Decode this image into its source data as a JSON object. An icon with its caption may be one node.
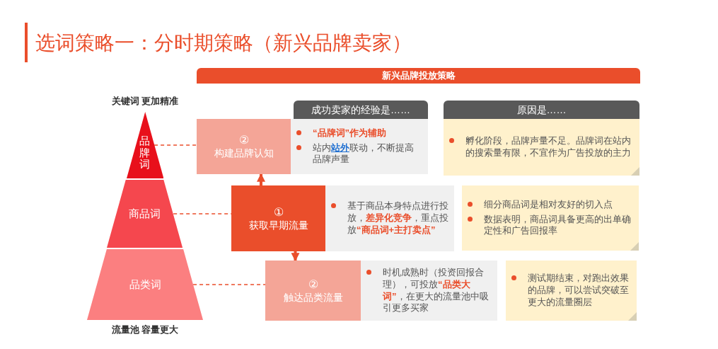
{
  "diagram": {
    "title": "选词策略一：分时期策略（新兴品牌卖家）",
    "nodes": [
      {
        "text": [
          "品牌词"
        ]
      },
      {
        "text": [
          "商品词"
        ]
      },
      {
        "text": [
          "品类词"
        ]
      },
      {
        "text": [
          "②",
          "构建品牌认知"
        ]
      },
      {
        "text": [
          "①",
          "获取早期流量"
        ]
      },
      {
        "text": [
          "②",
          "触达品类流量"
        ]
      },
      {
        "text": [
          "新兴品牌投放策略"
        ]
      },
      {
        "text": [
          "成功卖家的经验是……"
        ]
      },
      {
        "text": [
          "原因是……"
        ]
      },
      {
        "text": [
          "“品牌词”作为辅助",
          "站内**站外**联动，不断提高品牌声量"
        ]
      },
      {
        "text": [
          "基于商品本身特点进行投放，**差异化竞争**，重点投放**“商品词+主打卖点”**"
        ]
      },
      {
        "text": [
          "时机成熟时（投资回报合理），可投放**“品类大词”**，在更大的流量池中吸引更多买家"
        ]
      },
      {
        "text": [
          "孵化阶段，品牌声量不足。品牌词在站内的搜索量有限，不宜作为广告投放的主力"
        ]
      },
      {
        "text": [
          "细分商品词是相对友好的切入点",
          "数据表明，商品词具备更高的出单确定性和广告回报率"
        ]
      },
      {
        "text": [
          "测试期结束，对跑出效果的品牌，可以尝试突破至更大的流量圈层"
        ]
      }
    ],
    "edges": [
      {
        "from": 0,
        "to": 3,
        "arrow": "none",
        "style": "dashed"
      },
      {
        "from": 1,
        "to": 4,
        "arrow": "none",
        "style": "dashed"
      },
      {
        "from": 2,
        "to": 5,
        "arrow": "none",
        "style": "dashed"
      },
      {
        "from": 4,
        "to": 3,
        "arrow": "to",
        "style": "thick"
      },
      {
        "from": 4,
        "to": 5,
        "arrow": "to",
        "style": "thick"
      }
    ],
    "labels": [
      "关键词 更加精准",
      "流量池 容量更大"
    ]
  }
}
